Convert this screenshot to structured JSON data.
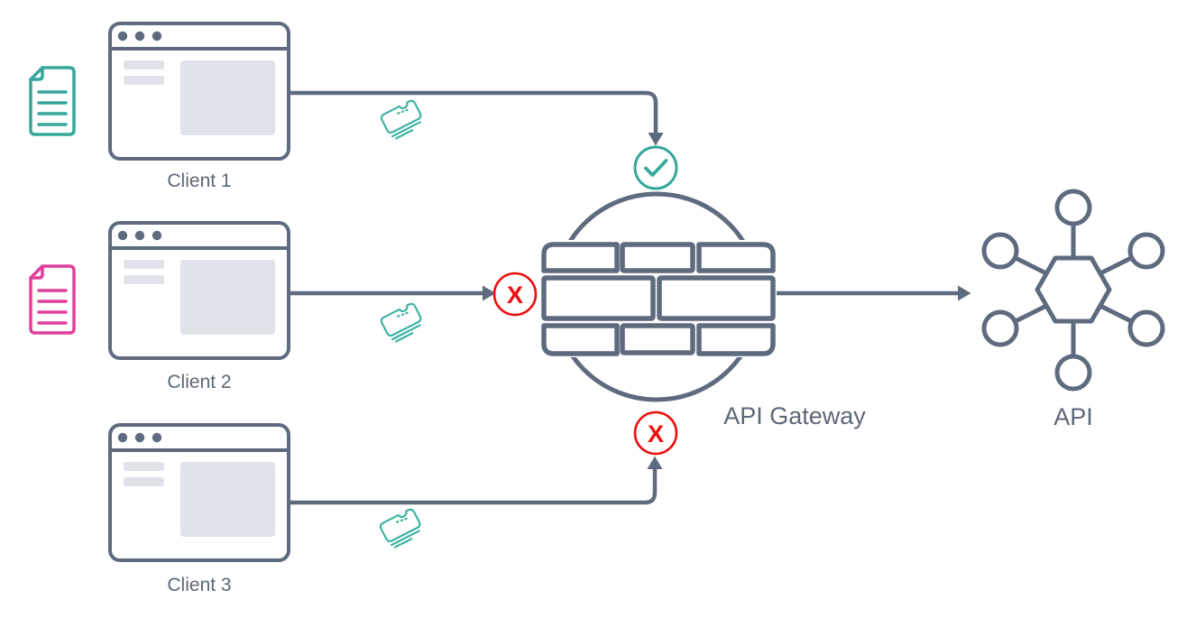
{
  "diagram": {
    "clients": [
      {
        "label": "Client 1",
        "document_icon": "teal-document",
        "request_status": "allowed"
      },
      {
        "label": "Client 2",
        "document_icon": "pink-document",
        "request_status": "denied"
      },
      {
        "label": "Client 3",
        "document_icon": null,
        "request_status": "denied"
      }
    ],
    "gateway": {
      "label": "API Gateway",
      "icon": "firewall-icon"
    },
    "api": {
      "label": "API",
      "icon": "hexagon-network-icon"
    },
    "edges": [
      {
        "from": "Client 1",
        "to": "API Gateway",
        "status": "allowed",
        "status_symbol": "✓",
        "token_icon": "ticket-icon"
      },
      {
        "from": "Client 2",
        "to": "API Gateway",
        "status": "denied",
        "status_symbol": "X",
        "token_icon": "ticket-icon"
      },
      {
        "from": "Client 3",
        "to": "API Gateway",
        "status": "denied",
        "status_symbol": "X",
        "token_icon": "ticket-icon"
      },
      {
        "from": "API Gateway",
        "to": "API",
        "status": "forwarded",
        "status_symbol": "",
        "token_icon": null
      }
    ],
    "colors": {
      "line_slate": "#5e6a7e",
      "teal": "#36a79b",
      "ticket_teal": "#3fb3a3",
      "pink": "#e03f9b",
      "red": "#ee0d0d",
      "fill_gray": "#dfe2e9",
      "label_text": "#5c6777"
    }
  }
}
